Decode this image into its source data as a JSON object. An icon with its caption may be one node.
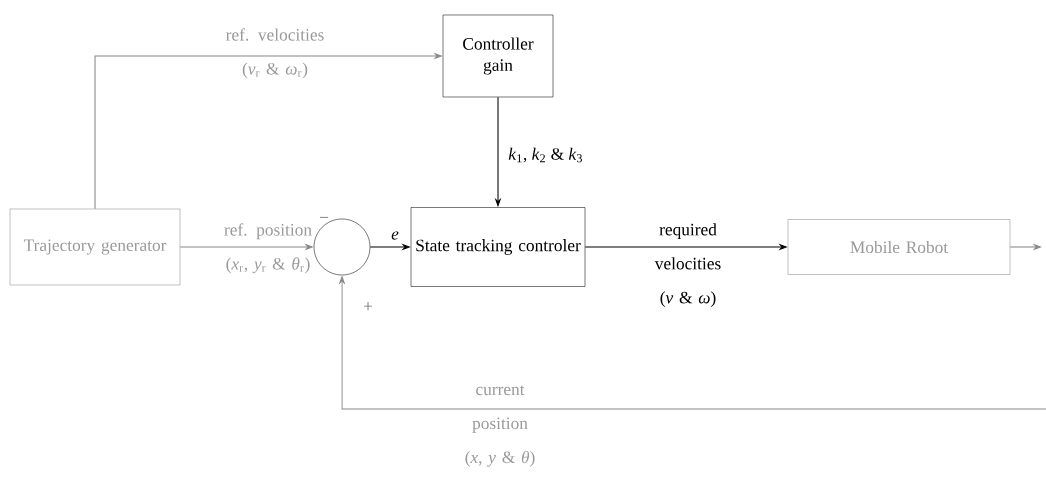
{
  "diagram": {
    "nodes": [
      {
        "text": [
          "Trajectory generator"
        ]
      },
      {
        "text": [
          "Controller gain"
        ]
      },
      {
        "text": [],
        "shape": "circle"
      },
      {
        "text": [
          "State tracking controler"
        ]
      },
      {
        "text": [
          "Mobile Robot"
        ]
      }
    ],
    "edges": [
      {
        "from": 0,
        "to": 1,
        "arrow": "to",
        "label": "ref. velocities (*v*$_{r}$ & *ω*$_{r}$)"
      },
      {
        "from": 0,
        "to": 2,
        "arrow": "to",
        "label": "ref. position (*x*$_{r}$, *y*$_{r}$ & *θ*$_{r}$)"
      },
      {
        "from": 2,
        "to": 3,
        "arrow": "to",
        "label": "e",
        "color": "#000000"
      },
      {
        "from": 1,
        "to": 3,
        "arrow": "to",
        "label": "*k*$_{1}$, *k*$_{2}$ & *k*$_{3}$",
        "color": "#000000"
      },
      {
        "from": 3,
        "to": 4,
        "arrow": "to",
        "label": "required velocities (*v* & *ω*)",
        "color": "#000000"
      },
      {
        "from": 4,
        "to": null,
        "arrow": "to"
      },
      {
        "from": null,
        "to": 2,
        "arrow": "to",
        "label": "current position (*x*, *y* & *θ*)"
      }
    ],
    "labels": [
      "−",
      "+"
    ]
  }
}
